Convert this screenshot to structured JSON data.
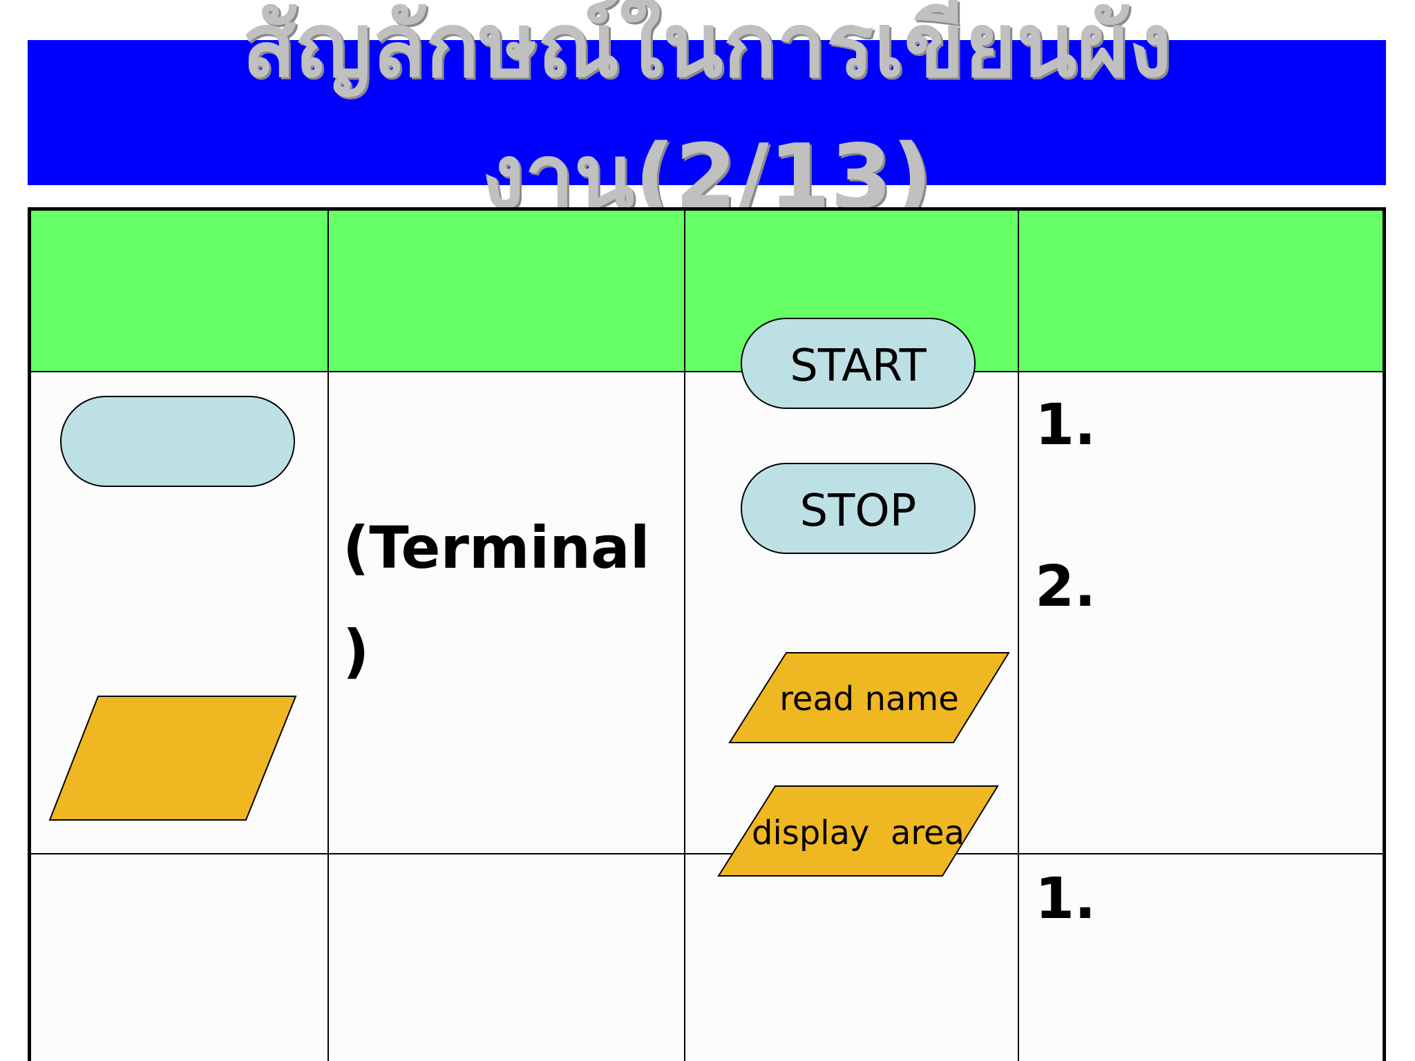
{
  "title": "สัญลักษณ์ในการเขียนผังงาน(2/13)",
  "colors": {
    "title_band": "#0000ff",
    "title_text": "#c0c0c0",
    "table_header": "#66ff66",
    "terminal_fill": "#bde0e4",
    "io_fill": "#efb722"
  },
  "rows": [
    {
      "symbol_icon": "terminal-symbol-icon",
      "name": "(Terminal\n)",
      "example_start": "START",
      "example_stop": "STOP",
      "notes": [
        "1.",
        "2."
      ]
    },
    {
      "symbol_icon": "input-output-symbol-icon",
      "example_input": "read name",
      "example_output": "display  area",
      "notes": [
        "1."
      ]
    }
  ]
}
